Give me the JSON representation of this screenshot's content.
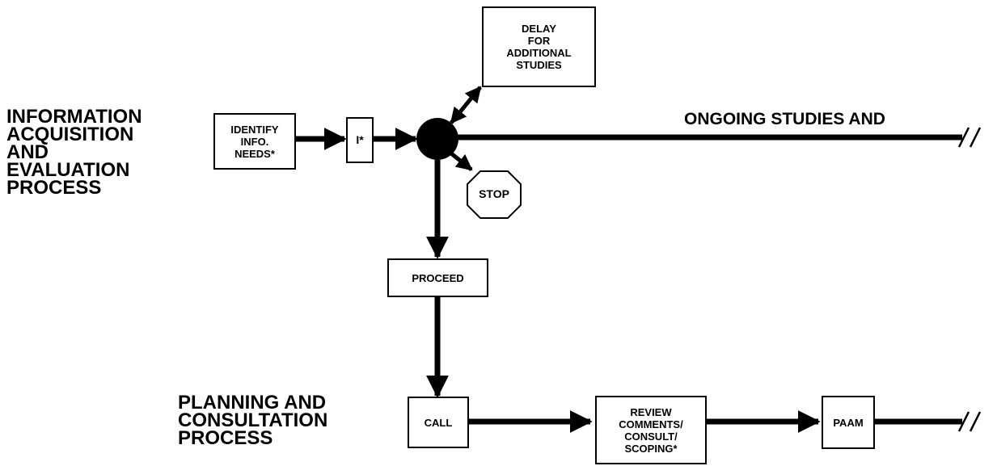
{
  "lanes": {
    "info": "INFORMATION\nACQUISITION\nAND\nEVALUATION\nPROCESS",
    "planning": "PLANNING AND\nCONSULTATION\nPROCESS"
  },
  "boxes": {
    "identify": "IDENTIFY\nINFO.\nNEEDS*",
    "i_star": "I*",
    "delay": "DELAY\nFOR\nADDITIONAL\nSTUDIES",
    "stop": "STOP",
    "proceed": "PROCEED",
    "call": "CALL",
    "review": "REVIEW\nCOMMENTS/\nCONSULT/\nSCOPING*",
    "paam": "PAAM"
  },
  "flow_labels": {
    "ongoing": "ONGOING STUDIES AND"
  }
}
